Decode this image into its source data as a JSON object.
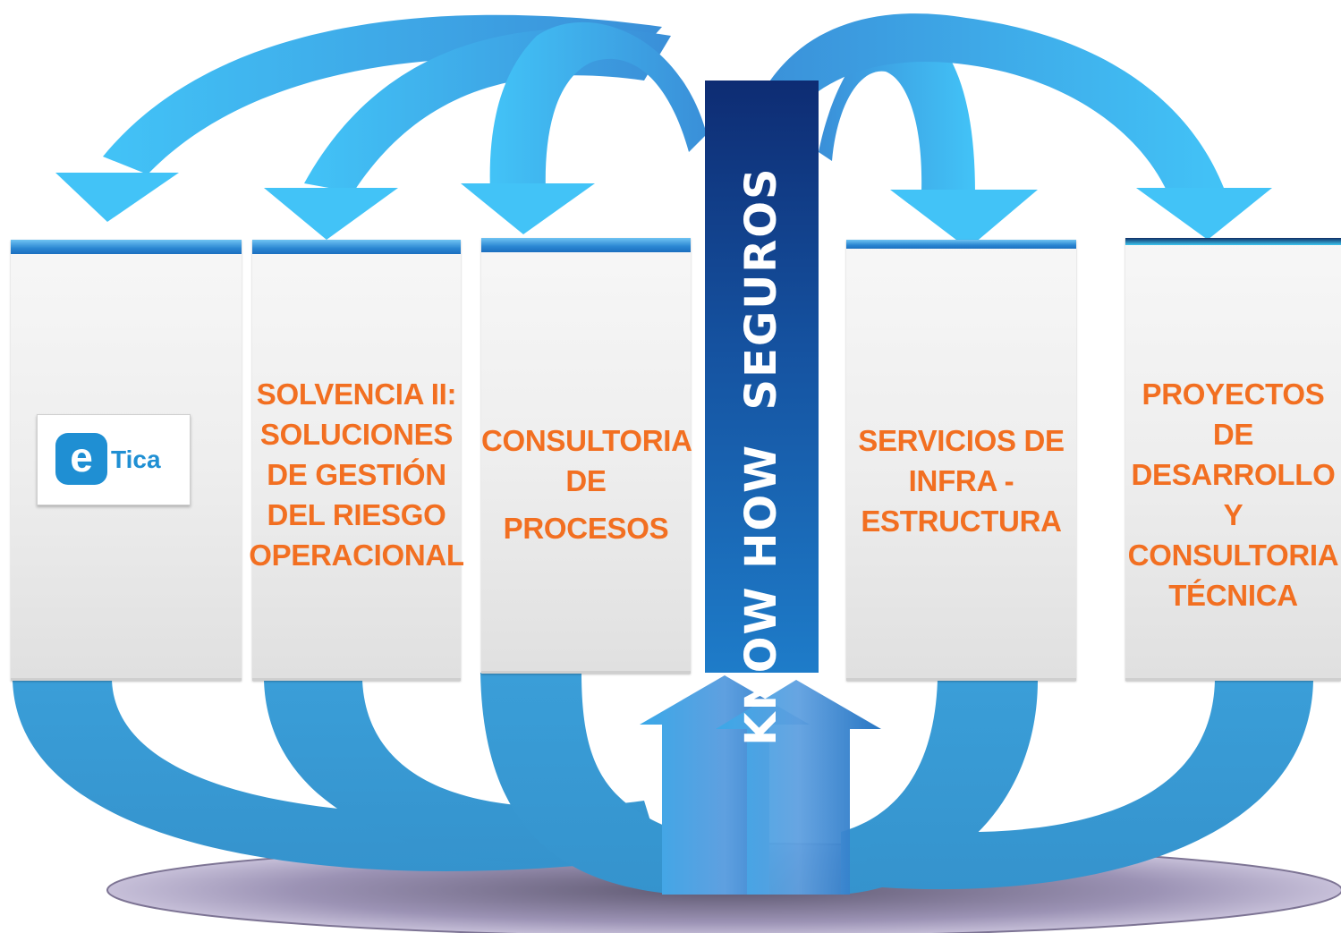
{
  "center_pillar": {
    "label": "KNOW HOW  SEGUROS"
  },
  "cards": [
    {
      "id": "etica",
      "logo": {
        "letter": "e",
        "word": "Tica"
      },
      "lines": []
    },
    {
      "id": "solvencia",
      "lines": [
        "SOLVENCIA II:",
        "SOLUCIONES",
        "DE GESTIÓN",
        "DEL RIESGO",
        "OPERACIONAL"
      ]
    },
    {
      "id": "consultoria-procesos",
      "lines": [
        "CONSULTORIA",
        "DE",
        "PROCESOS"
      ]
    },
    {
      "id": "servicios-infra",
      "lines": [
        "SERVICIOS DE",
        "INFRA -",
        "ESTRUCTURA"
      ]
    },
    {
      "id": "proyectos",
      "lines": [
        "PROYECTOS",
        "DE",
        "DESARROLLO",
        "Y",
        "CONSULTORIA",
        "TÉCNICA"
      ]
    }
  ],
  "colors": {
    "accent_text": "#f26f21",
    "arrow_light": "#42c3f7",
    "arrow_mid": "#3a9ed8",
    "arrow_dark": "#1470c0",
    "pillar_top": "#0e2c73",
    "pillar_bottom": "#1e7cc9",
    "base_ellipse": "#8f87a3"
  }
}
